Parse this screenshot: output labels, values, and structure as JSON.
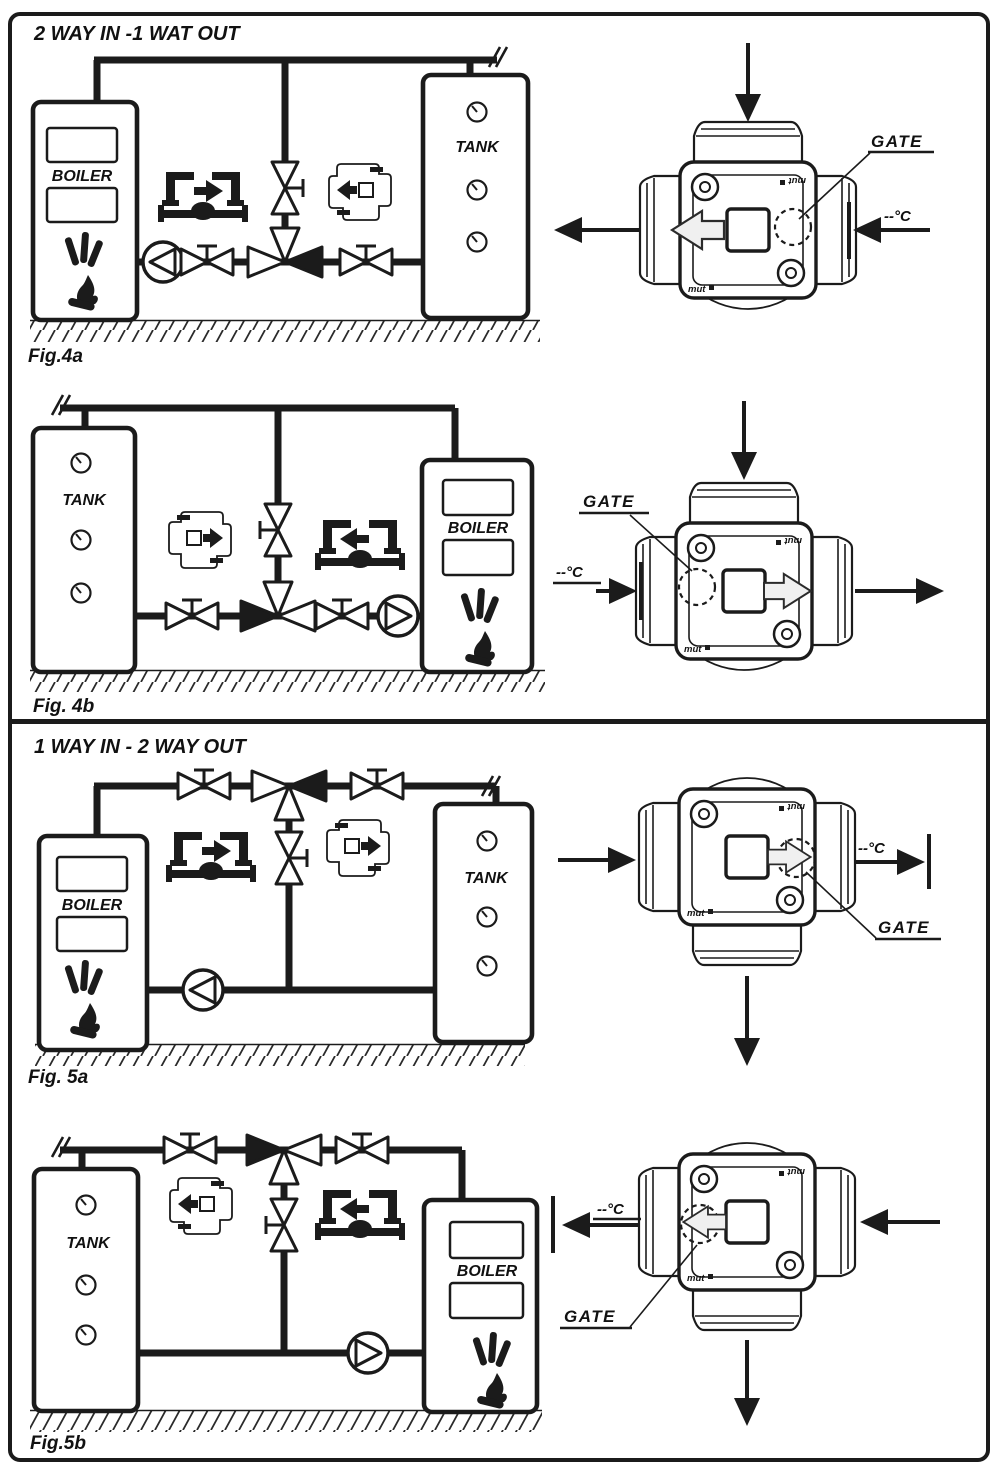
{
  "labels": {
    "boiler": "BOILER",
    "tank": "TANK",
    "gate": "GATE",
    "temperature": "--°C",
    "brand": "mut"
  },
  "sections": [
    {
      "title": "2 WAY IN -1 WAT OUT",
      "figures": [
        {
          "caption": "Fig.4a",
          "left_unit": "BOILER",
          "right_unit": "TANK",
          "valve": {
            "flow_in": [
              "top",
              "right"
            ],
            "flow_out": [
              "left"
            ],
            "gate_side": "right"
          }
        },
        {
          "caption": "Fig. 4b",
          "left_unit": "TANK",
          "right_unit": "BOILER",
          "valve": {
            "flow_in": [
              "top",
              "left"
            ],
            "flow_out": [
              "right"
            ],
            "gate_side": "left"
          }
        }
      ]
    },
    {
      "title": "1 WAY IN - 2 WAY OUT",
      "figures": [
        {
          "caption": "Fig. 5a",
          "left_unit": "BOILER",
          "right_unit": "TANK",
          "valve": {
            "flow_in": [
              "left"
            ],
            "flow_out": [
              "right",
              "bottom"
            ],
            "gate_side": "right"
          }
        },
        {
          "caption": "Fig.5b",
          "left_unit": "TANK",
          "right_unit": "BOILER",
          "valve": {
            "flow_in": [
              "right"
            ],
            "flow_out": [
              "left",
              "bottom"
            ],
            "gate_side": "left"
          }
        }
      ]
    }
  ]
}
